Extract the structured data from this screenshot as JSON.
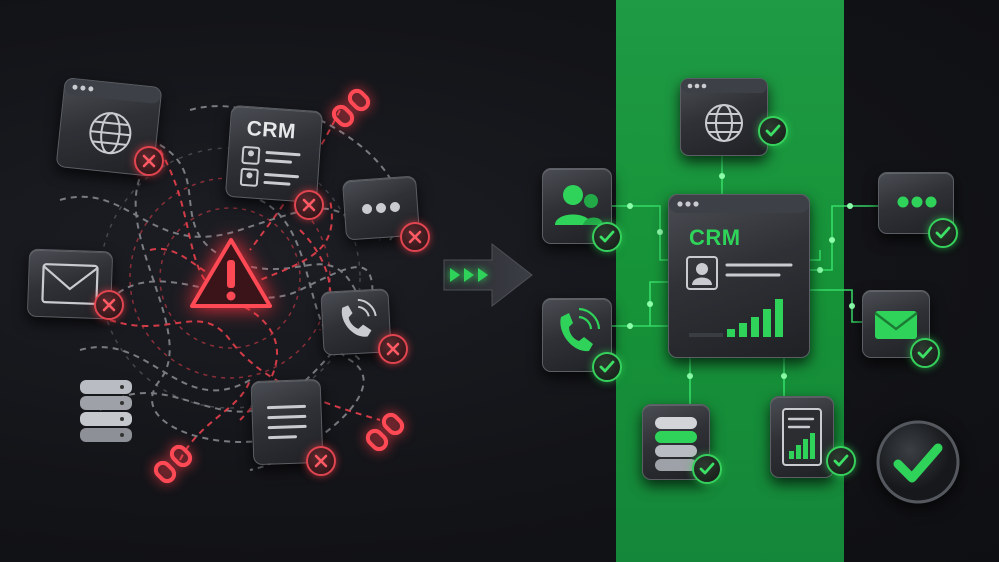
{
  "left_panel": {
    "crm_card": {
      "label": "CRM",
      "status": "error"
    },
    "cards": [
      "globe-window",
      "crm",
      "chat-bubble",
      "mail",
      "warning",
      "phone",
      "database",
      "document"
    ]
  },
  "right_panel": {
    "crm_card": {
      "label": "CRM",
      "status": "connected"
    },
    "cards": [
      "globe-window",
      "users",
      "chat-bubble",
      "phone",
      "mail",
      "database",
      "report",
      "success"
    ]
  },
  "colors": {
    "error_red": "#e8404c",
    "success_green": "#2fd35a",
    "band_green": "#169338",
    "background": "#121317"
  }
}
